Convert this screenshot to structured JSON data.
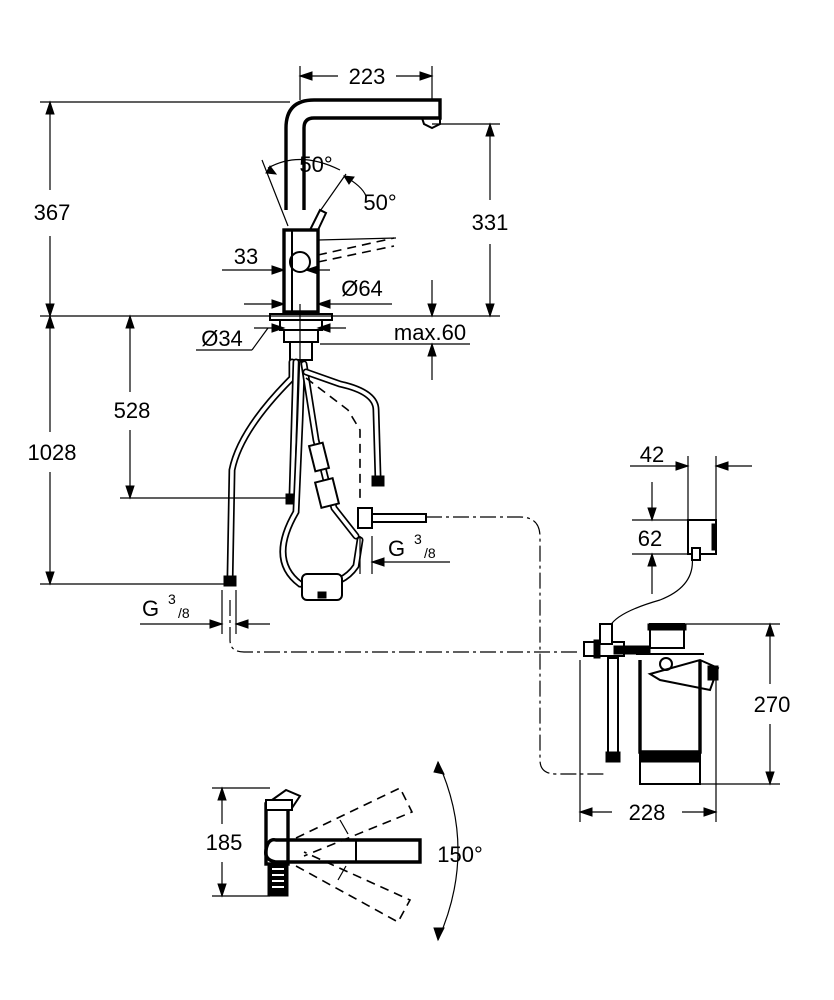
{
  "dimensions": {
    "top_width": "223",
    "total_height": "367",
    "spout_height": "331",
    "angle_lever_front": "50°",
    "angle_lever_side": "50°",
    "lever_offset": "33",
    "body_diameter": "Ø64",
    "hole_diameter": "Ø34",
    "max_thickness": "max.60",
    "hose_length_short": "528",
    "hose_length_long": "1028",
    "thread_right_main": "G",
    "thread_right_sup": "3",
    "thread_right_sub": "/8",
    "thread_left_main": "G",
    "thread_left_sup": "3",
    "thread_left_sub": "/8",
    "sensor_width": "42",
    "sensor_height": "62",
    "filter_height": "270",
    "filter_width": "228",
    "top_view_height": "185",
    "swivel_angle": "150°"
  }
}
